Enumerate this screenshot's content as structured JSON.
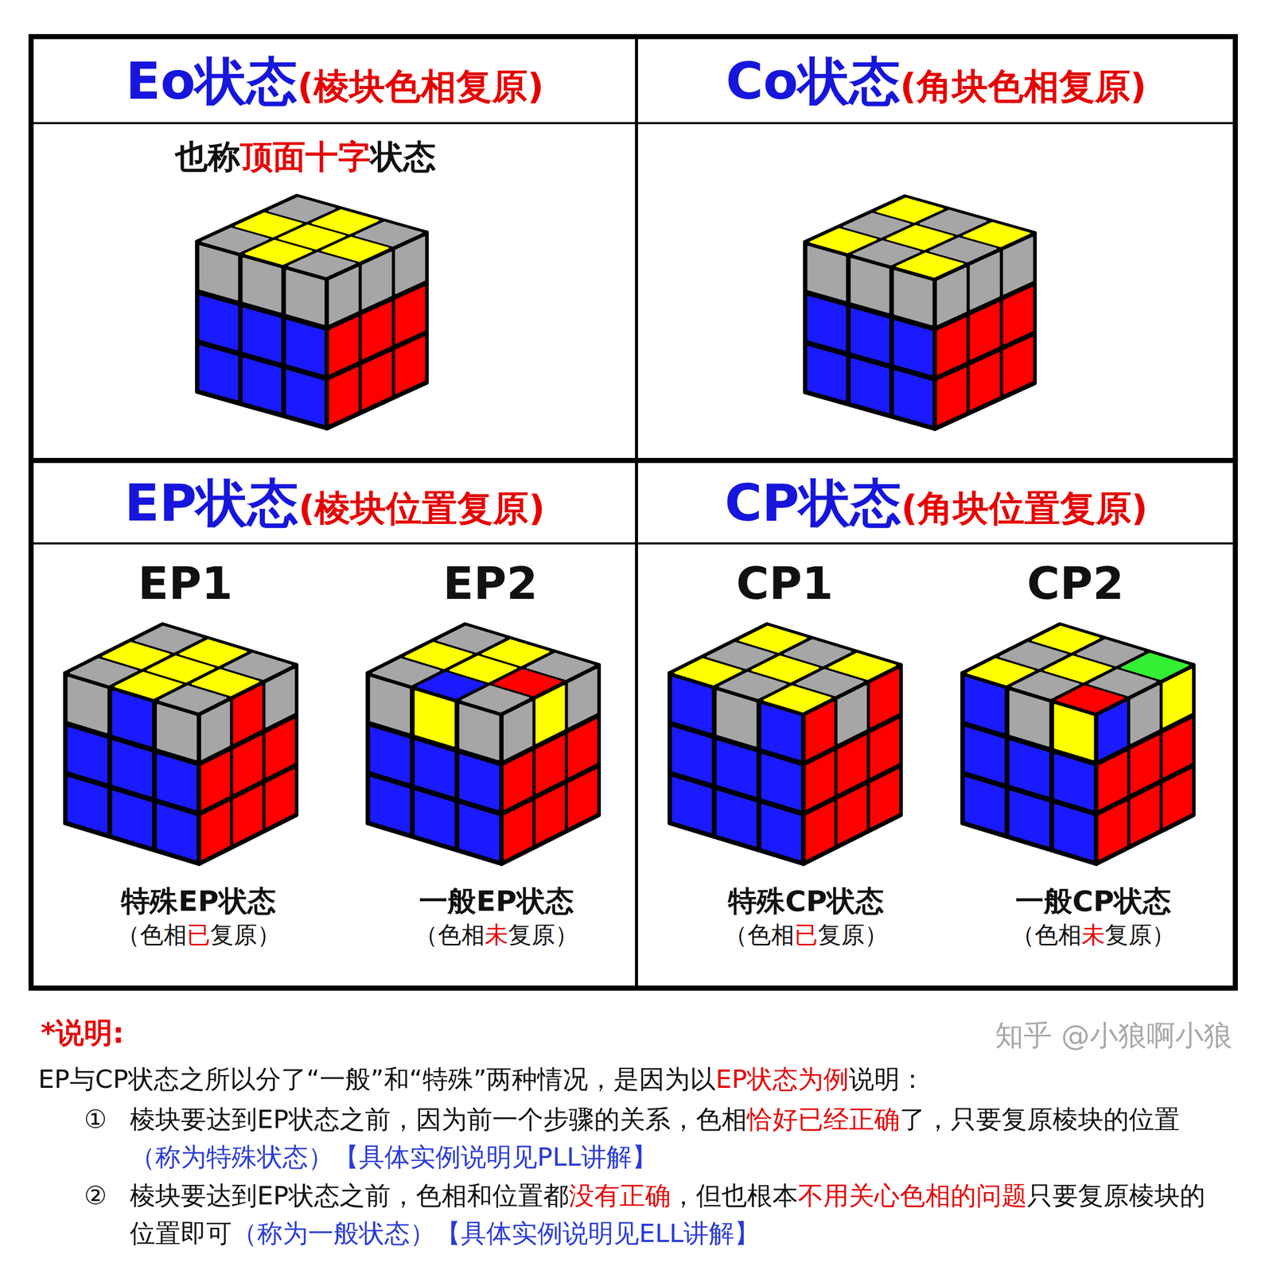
{
  "diagram": {
    "nodes": [
      {
        "text": [
          "Eo状态",
          "(棱块色相复原)"
        ]
      },
      {
        "text": [
          "Co状态",
          "(角块色相复原)"
        ]
      },
      {
        "text": [
          "EP状态",
          "(棱块位置复原)"
        ]
      },
      {
        "text": [
          "CP状态",
          "(角块位置复原)"
        ]
      }
    ],
    "labels": [
      "也称",
      "顶面十字",
      "状态",
      "EP1",
      "EP2",
      "CP1",
      "CP2",
      "特殊EP状态",
      "（色相",
      "已",
      "复原）",
      "一般EP状态",
      "（色相",
      "未",
      "复原）",
      "特殊CP状态",
      "（色相",
      "已",
      "复原）",
      "一般CP状态",
      "（色相",
      "未",
      "复原）",
      "*说明:",
      "EP与CP状态之所以分了“一般”和“特殊”两种情况，是因为以",
      "EP状态为例",
      "说明：",
      "①",
      "棱块要达到EP状态之前，因为前一个步骤的关系，色相",
      "恰好已经正确",
      "了，只要复原棱块的位置",
      "（称为特殊状态）",
      "【具体实例说明见PLL讲解】",
      "②",
      "棱块要达到EP状态之前，色相和位置都",
      "没有正确",
      "，但也根本",
      "不用关心色相的问题",
      "只要复原棱块的位置即可",
      "（称为一般状态）",
      "【具体实例说明见ELL讲解】",
      "知乎 @小狼啊小狼"
    ]
  }
}
